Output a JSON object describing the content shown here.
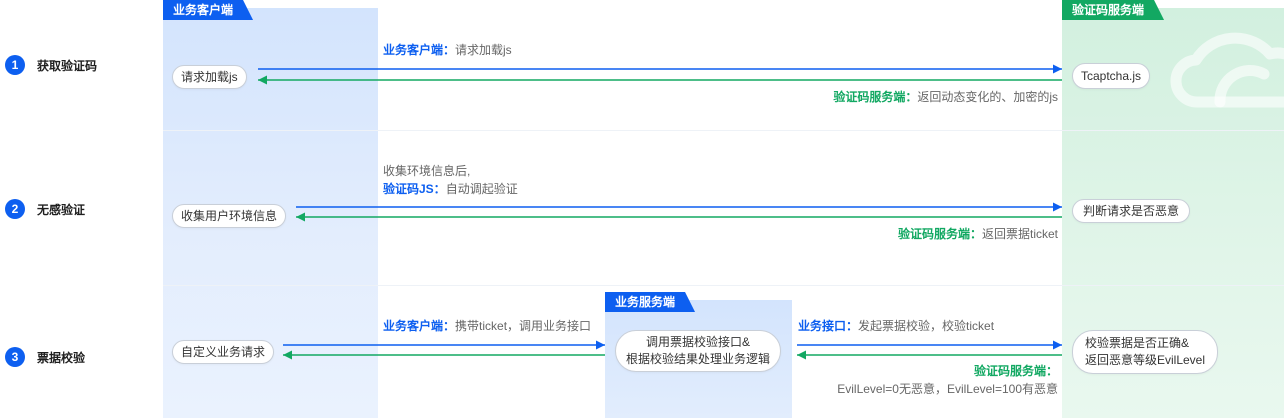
{
  "colors": {
    "blue": "#0d5ff0",
    "green": "#12a862",
    "text": "#333333",
    "muted": "#666666"
  },
  "watermark_icon": "cloud-icon",
  "lanes": {
    "client": "业务客户端",
    "biz_server": "业务服务端",
    "captcha_server": "验证码服务端"
  },
  "steps": [
    {
      "number": "1",
      "title": "获取验证码",
      "client_node": "请求加载js",
      "server_node": "Tcaptcha.js",
      "request": {
        "actor": "业务客户端：",
        "text": "请求加载js"
      },
      "response": {
        "actor": "验证码服务端：",
        "text": "返回动态变化的、加密的js"
      }
    },
    {
      "number": "2",
      "title": "无感验证",
      "client_node": "收集用户环境信息",
      "server_node": "判断请求是否恶意",
      "request": {
        "note": "收集环境信息后,",
        "actor": "验证码JS：",
        "text": "自动调起验证"
      },
      "response": {
        "actor": "验证码服务端：",
        "text": "返回票据ticket"
      }
    },
    {
      "number": "3",
      "title": "票据校验",
      "client_node": "自定义业务请求",
      "biz_node": [
        "调用票据校验接口&",
        "根据校验结果处理业务逻辑"
      ],
      "server_node": [
        "校验票据是否正确&",
        "返回恶意等级EvilLevel"
      ],
      "client_request": {
        "actor": "业务客户端：",
        "text": "携带ticket，调用业务接口"
      },
      "biz_request": {
        "actor": "业务接口：",
        "text": "发起票据校验，校验ticket"
      },
      "response": {
        "actor": "验证码服务端：",
        "text": "EvilLevel=0无恶意，EvilLevel=100有恶意"
      }
    }
  ]
}
